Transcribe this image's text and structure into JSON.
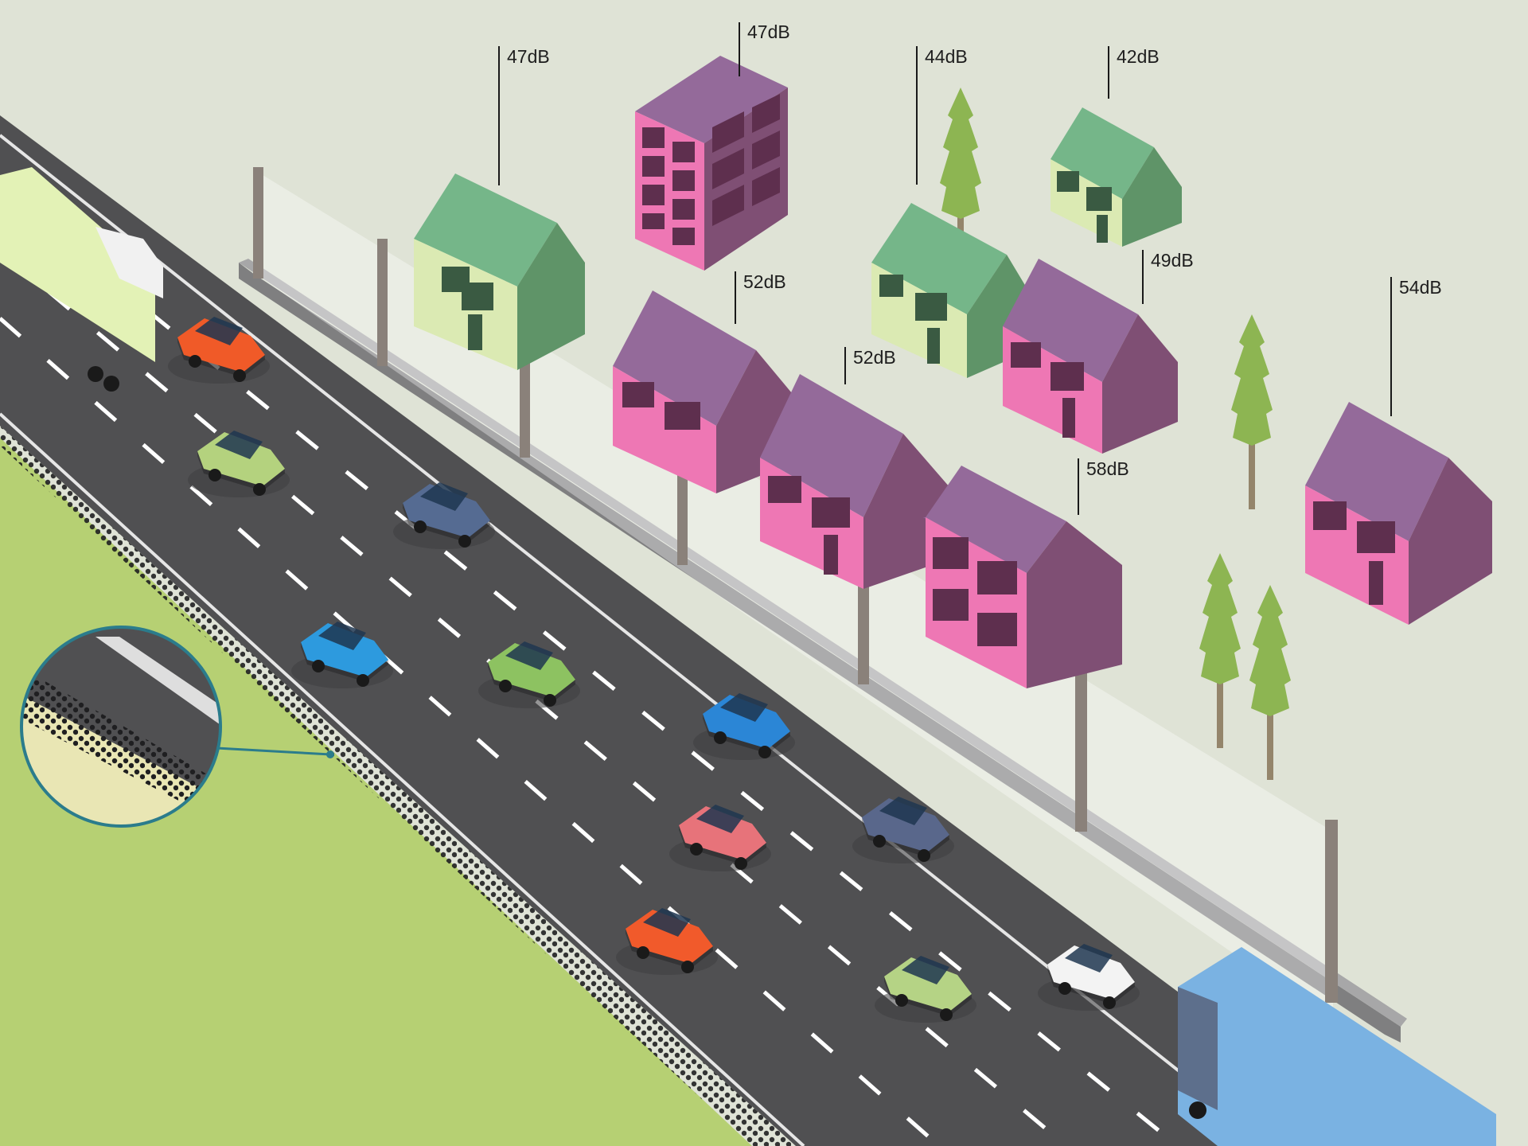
{
  "colors": {
    "background": "#dfe3d6",
    "grass": "#b6d073",
    "road": "#505052",
    "lane_marking": "#ffffff",
    "barrier": "#7f7f80",
    "barrier_post": "#8a817a",
    "house_green_roof": "#75b689",
    "house_green_wall": "#dbeab3",
    "house_purple_roof": "#946a9a",
    "house_pink_wall": "#ee77b4",
    "tree": "#8db552"
  },
  "noise_levels": {
    "green_house_1": "47dB",
    "apartment_block": "47dB",
    "green_house_2": "44dB",
    "green_house_3": "42dB",
    "pink_house_1": "52dB",
    "pink_house_2": "52dB",
    "pink_house_3": "49dB",
    "pink_house_4": "54dB",
    "pink_house_5": "58dB"
  },
  "icons": {
    "magnifier": "porous-asphalt-detail-icon",
    "car": "car-icon",
    "truck": "truck-icon",
    "house": "house-icon",
    "tree": "tree-icon"
  }
}
